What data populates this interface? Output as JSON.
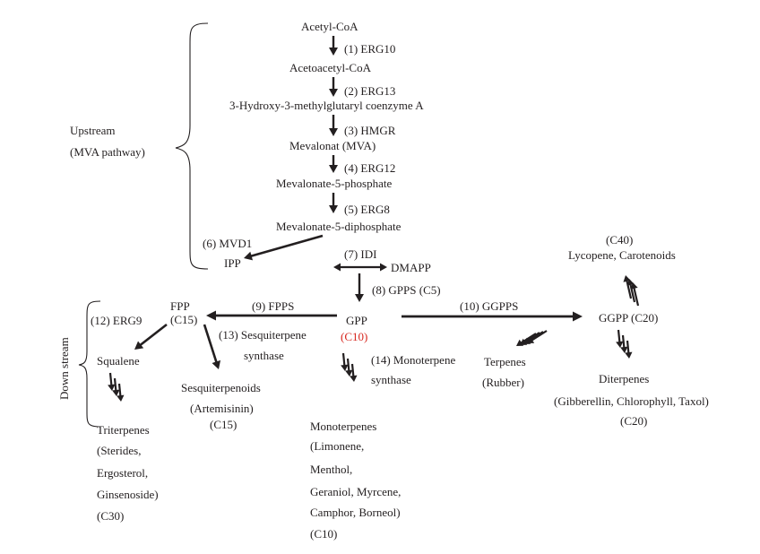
{
  "upstream": {
    "label_1": "Upstream",
    "label_2": "(MVA pathway)",
    "acetyl_coa": "Acetyl-CoA",
    "step1": "(1) ERG10",
    "acetoacetyl_coa": "Acetoacetyl-CoA",
    "step2": "(2) ERG13",
    "hmg_coa": "3-Hydroxy-3-methylglutaryl coenzyme A",
    "step3": "(3) HMGR",
    "mevalonate": "Mevalonat (MVA)",
    "step4": "(4) ERG12",
    "mevalonate_5p": "Mevalonate-5-phosphate",
    "step5": "(5) ERG8",
    "mevalonate_5pp": "Mevalonate-5-diphosphate",
    "step6": "(6) MVD1",
    "ipp": "IPP",
    "step7": "(7) IDI",
    "dmapp": "DMAPP",
    "step8": "(8) GPPS (C5)"
  },
  "downstream": {
    "label": "Down stream",
    "gpp": "GPP",
    "gpp_carbon": "(C10)",
    "fpp": "FPP",
    "fpp_carbon": "(C15)",
    "step9": "(9) FPPS",
    "step10": "(10) GGPPS",
    "ggpp": "GGPP (C20)",
    "step12": "(12) ERG9",
    "squalene": "Squalene",
    "triterpenes": [
      "Triterpenes",
      "(Sterides,",
      "Ergosterol,",
      "Ginsenoside)",
      "(C30)"
    ],
    "step13": [
      "(13) Sesquiterpene",
      "synthase"
    ],
    "sesquiterpenoids": [
      "Sesquiterpenoids",
      "(Artemisinin)",
      "(C15)"
    ],
    "step14": [
      "(14) Monoterpene",
      "synthase"
    ],
    "monoterpenes": [
      "Monoterpenes",
      "(Limonene,",
      "Menthol,",
      "Geraniol, Myrcene,",
      "Camphor, Borneol)",
      "(C10)"
    ],
    "terpenes": [
      "Terpenes",
      "(Rubber)"
    ],
    "c40": "(C40)",
    "lycopene": "Lycopene, Carotenoids",
    "diterpenes": [
      "Diterpenes",
      "(Gibberellin, Chlorophyll, Taxol)",
      "(C20)"
    ]
  },
  "colors": {
    "ink": "#231f20",
    "highlight": "#d7261e"
  }
}
